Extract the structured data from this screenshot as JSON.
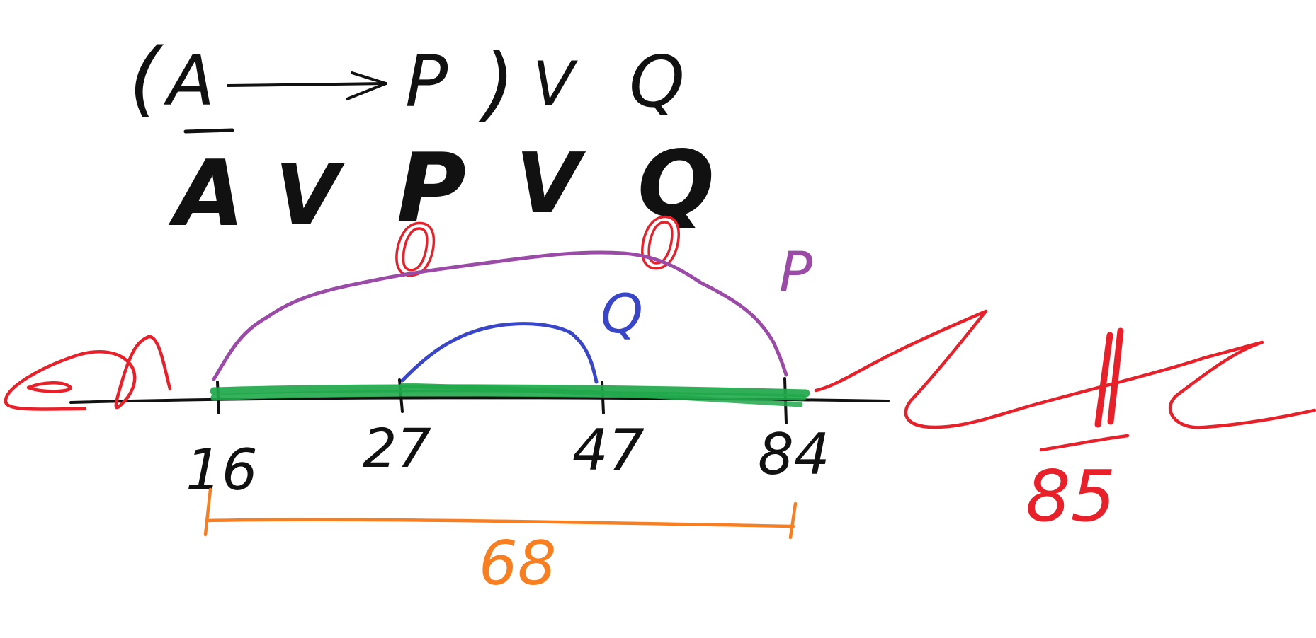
{
  "formula": {
    "line1": {
      "open_paren": "(",
      "a": "A",
      "p": "P",
      "close_paren": ")",
      "or": "V",
      "q": "Q"
    },
    "line2": {
      "a_neg": "A",
      "or1": "V",
      "p": "P",
      "or2": "V",
      "q": "Q"
    },
    "marks": {
      "zero_over_p": "0",
      "zero_over_q": "0"
    }
  },
  "number_line": {
    "ticks": [
      "16",
      "27",
      "47",
      "84"
    ],
    "outside_value": "85",
    "interval_length": "68",
    "interval_labels": {
      "p": "P",
      "q": "Q"
    }
  },
  "colors": {
    "ink": "#111111",
    "red": "#e8202a",
    "purple": "#9b4aa8",
    "blue": "#3a46c8",
    "green": "#20a84a",
    "orange": "#f77f22"
  }
}
